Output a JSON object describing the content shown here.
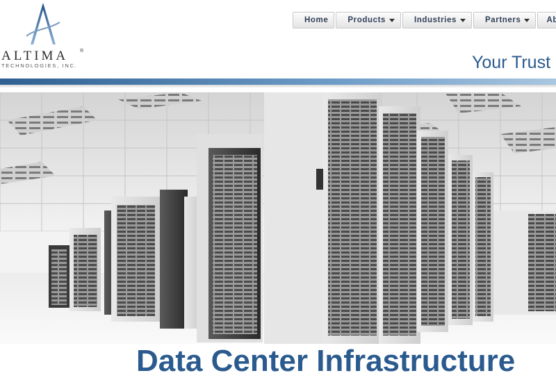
{
  "brand": {
    "name": "ALTIMA",
    "reg_mark": "®",
    "subtitle": "TECHNOLOGIES, INC."
  },
  "nav": {
    "items": [
      {
        "label": "Home",
        "has_dropdown": false
      },
      {
        "label": "Products",
        "has_dropdown": true
      },
      {
        "label": "Industries",
        "has_dropdown": true
      },
      {
        "label": "Partners",
        "has_dropdown": true
      },
      {
        "label": "About",
        "has_dropdown": false
      }
    ]
  },
  "tagline": "Your Trust",
  "hero": {
    "image": "data-center-server-racks"
  },
  "headline": "Data Center Infrastructure",
  "colors": {
    "accent": "#2a5a8e",
    "rule_start": "#2f5f92",
    "rule_end": "#a9c6e0"
  }
}
